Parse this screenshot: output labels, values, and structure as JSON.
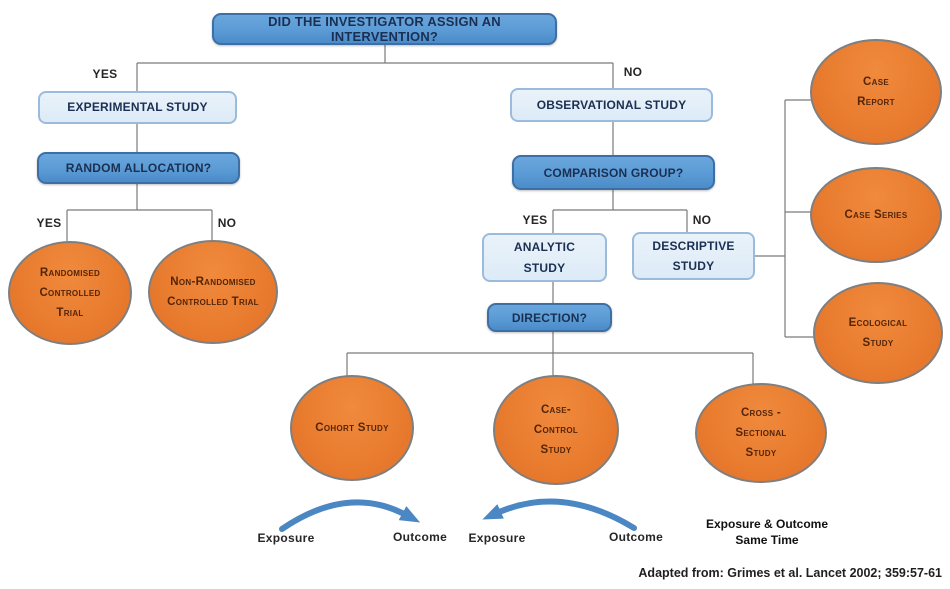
{
  "colors": {
    "question_fill": "#5b9bd5",
    "question_border": "#3d6fa5",
    "question_text": "#1b2f52",
    "answer_fill": "#dcebf7",
    "answer_border": "#9bbbdd",
    "circle_fill": "#e87b2e",
    "circle_border": "#7f7f7f",
    "circle_text": "#542508",
    "connector": "#7a7a7a",
    "arrow": "#4b87c2",
    "label_text": "#262626"
  },
  "nodes": {
    "root_question": {
      "label": "DID THE INVESTIGATOR ASSIGN AN INTERVENTION?"
    },
    "branch_yes": "YES",
    "branch_no": "NO",
    "experimental_study": {
      "label": "EXPERIMENTAL STUDY"
    },
    "random_allocation": {
      "label": "RANDOM ALLOCATION?",
      "yes": "YES",
      "no": "NO"
    },
    "randomised_controlled_trial": {
      "label": "Randomised Controlled Trial"
    },
    "non_randomised_controlled_trial": {
      "label": "Non-Randomised Controlled Trial"
    },
    "observational_study": {
      "label": "OBSERVATIONAL STUDY"
    },
    "comparison_group": {
      "label": "COMPARISON GROUP?",
      "yes": "YES",
      "no": "NO"
    },
    "analytic_study": {
      "label": "ANALYTIC STUDY"
    },
    "descriptive_study": {
      "label": "DESCRIPTIVE STUDY"
    },
    "direction": {
      "label": "DIRECTION?"
    },
    "cohort_study": {
      "label": "Cohort Study"
    },
    "case_control_study": {
      "label": "Case-Control Study"
    },
    "cross_sectional_study": {
      "label": "Cross - Sectional Study"
    },
    "case_report": {
      "label": "Case Report"
    },
    "case_series": {
      "label": "Case Series"
    },
    "ecological_study": {
      "label": "Ecological Study"
    }
  },
  "annotations": {
    "cohort_exposure": "Exposure",
    "cohort_outcome": "Outcome",
    "case_control_exposure": "Exposure",
    "case_control_outcome": "Outcome",
    "cross_sectional_note": "Exposure & Outcome Same Time",
    "citation": "Adapted from: Grimes et al. Lancet 2002; 359:57-61"
  }
}
